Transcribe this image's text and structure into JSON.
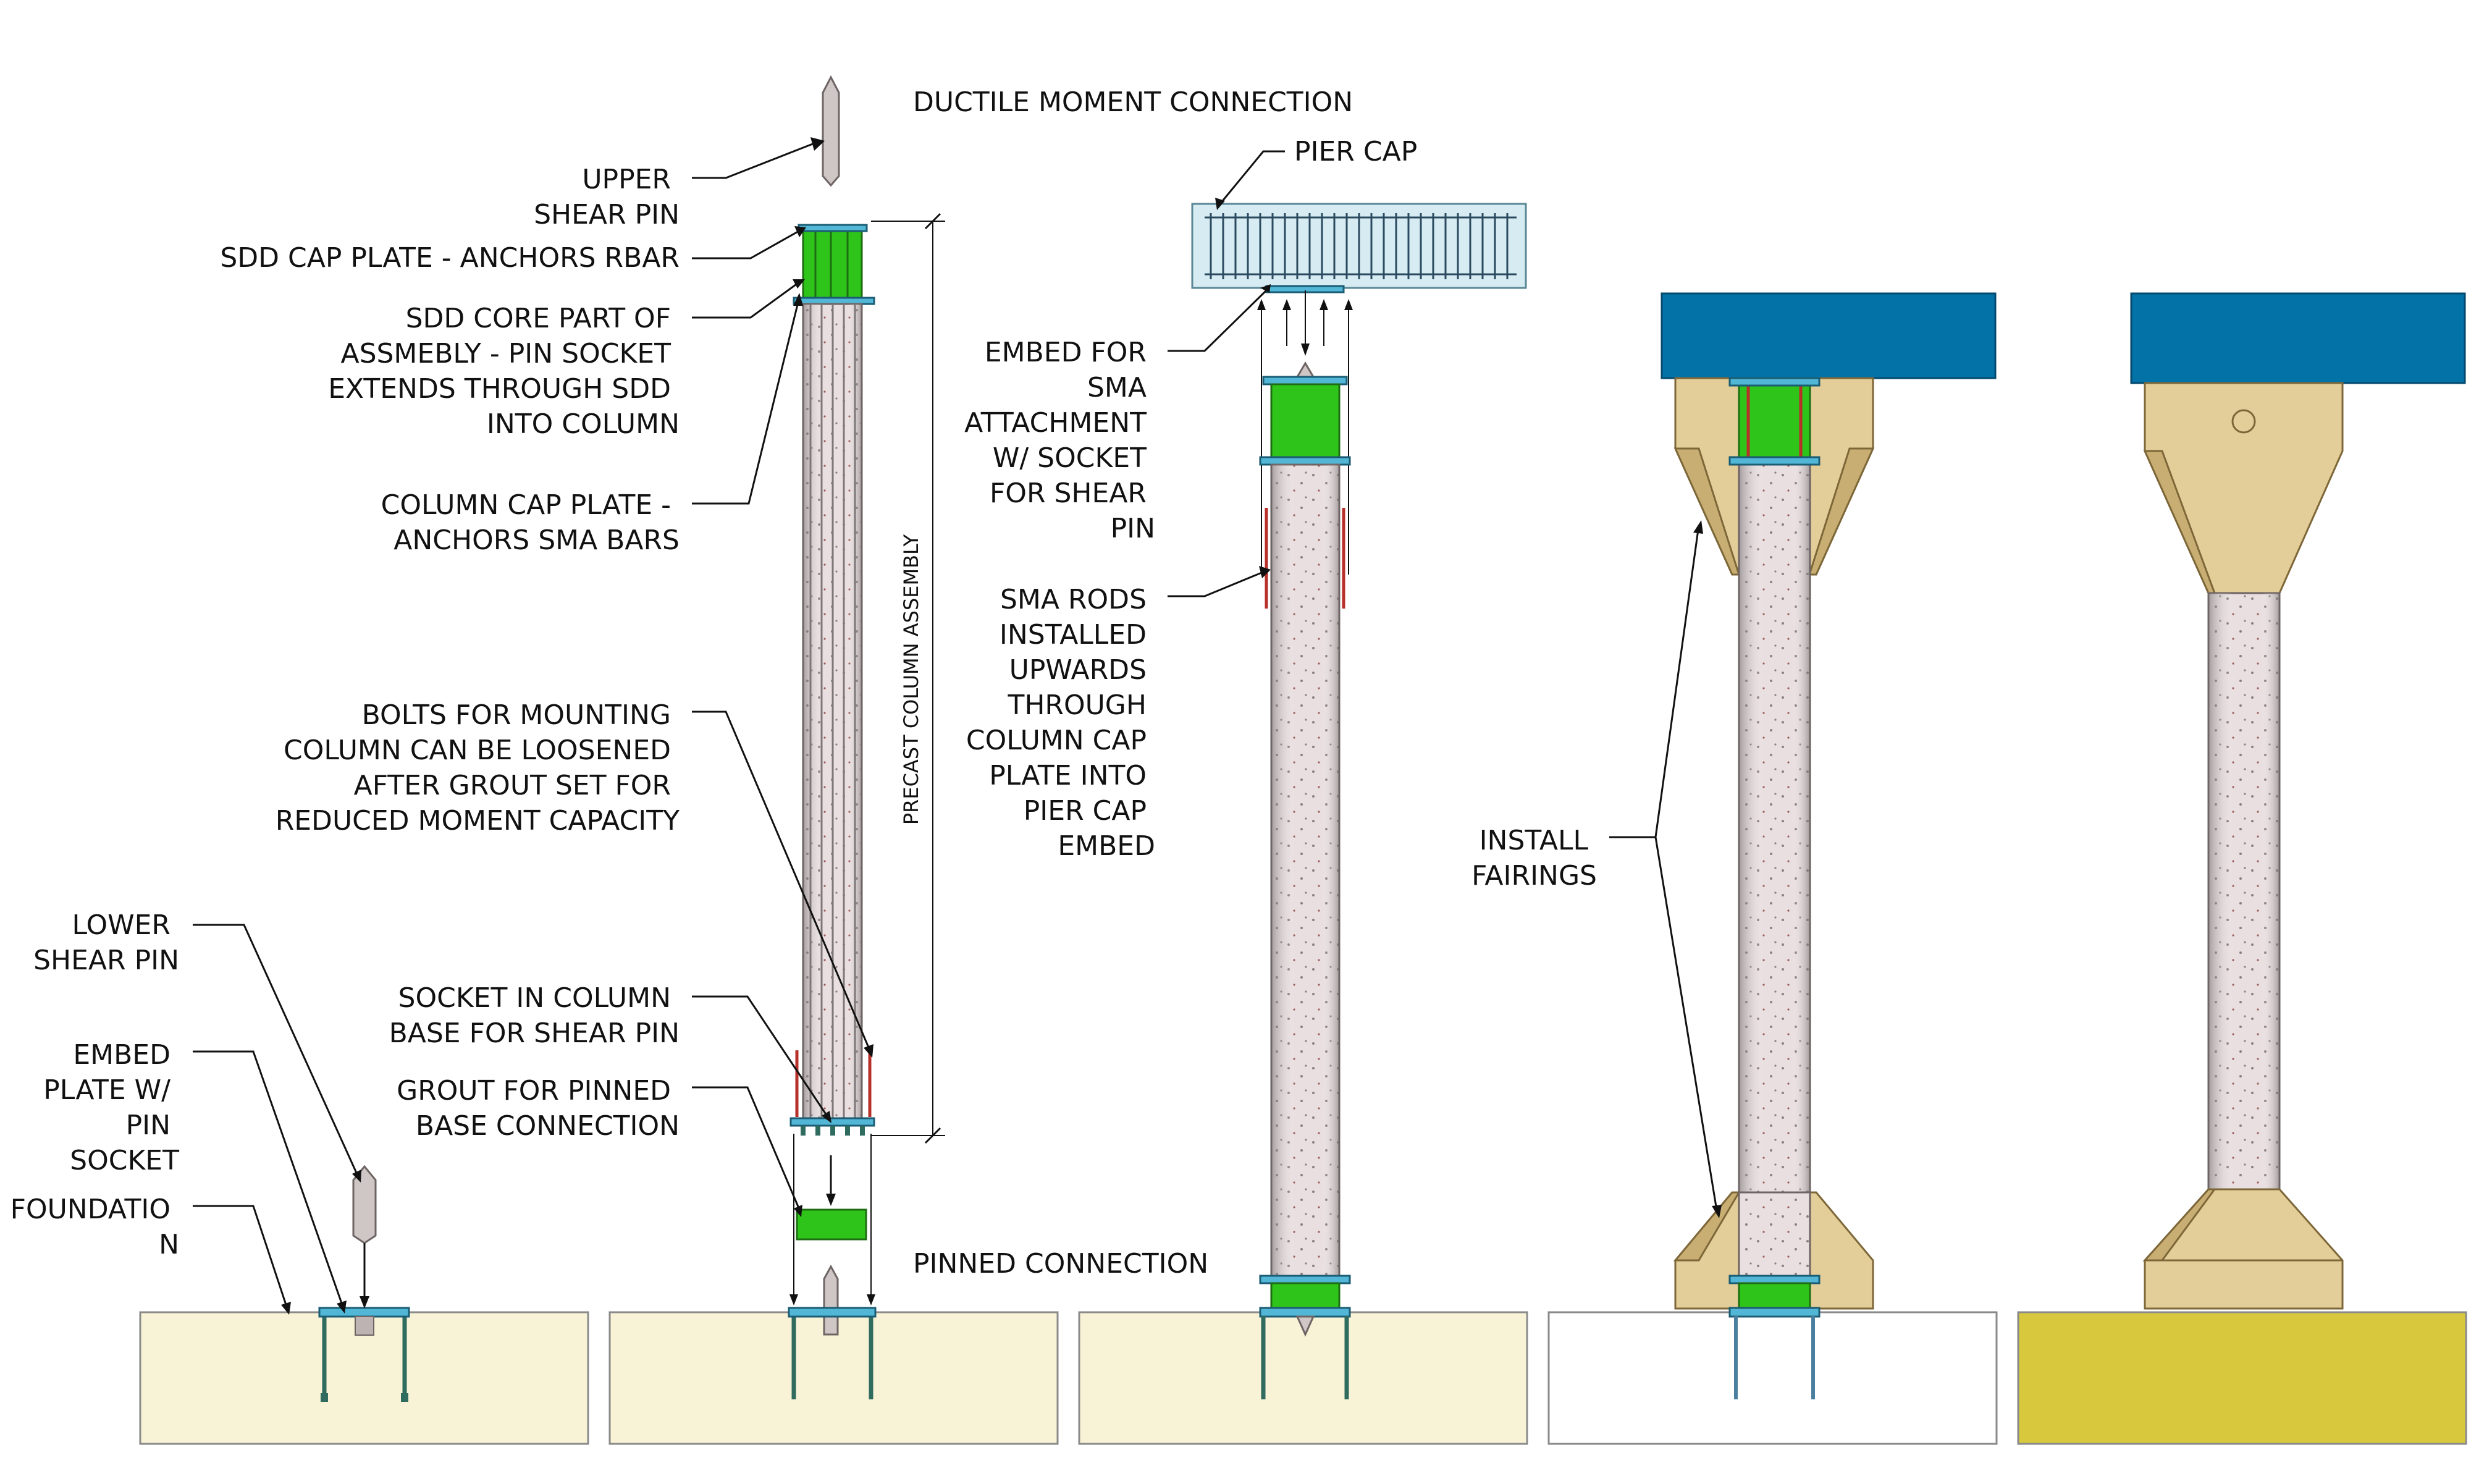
{
  "labels": {
    "ductile_moment_connection": "DUCTILE MOMENT CONNECTION",
    "pinned_connection": "PINNED CONNECTION",
    "pier_cap": "PIER CAP",
    "precast_column_assembly": "PRECAST COLUMN ASSEMBLY",
    "upper_shear_pin": [
      "UPPER",
      "SHEAR PIN"
    ],
    "sdd_cap_plate": [
      "SDD CAP PLATE - ANCHORS RBAR"
    ],
    "sdd_core": [
      "SDD CORE PART OF",
      "ASSMEBLY - PIN SOCKET",
      "EXTENDS THROUGH SDD",
      "INTO COLUMN"
    ],
    "column_cap_plate": [
      "COLUMN CAP PLATE -",
      "ANCHORS SMA BARS"
    ],
    "bolts_mounting": [
      "BOLTS FOR MOUNTING",
      "COLUMN CAN BE LOOSENED",
      "AFTER GROUT SET FOR",
      "REDUCED MOMENT CAPACITY"
    ],
    "socket_column_base": [
      "SOCKET IN COLUMN",
      "BASE FOR SHEAR PIN"
    ],
    "grout_pinned": [
      "GROUT FOR PINNED",
      "BASE CONNECTION"
    ],
    "lower_shear_pin": [
      "LOWER",
      "SHEAR PIN"
    ],
    "embed_plate": [
      "EMBED",
      "PLATE W/",
      "PIN",
      "SOCKET"
    ],
    "foundation": [
      "FOUNDATIO",
      "N"
    ],
    "embed_sma": [
      "EMBED FOR",
      "SMA",
      "ATTACHMENT",
      "W/ SOCKET",
      "FOR SHEAR",
      "PIN"
    ],
    "sma_rods": [
      "SMA RODS",
      "INSTALLED",
      "UPWARDS",
      "THROUGH",
      "COLUMN CAP",
      "PLATE INTO",
      "PIER CAP",
      "EMBED"
    ],
    "install_fairings": [
      "INSTALL",
      "FAIRINGS"
    ]
  },
  "colors": {
    "foundation_light": "#f8f3d6",
    "foundation_white": "#ffffff",
    "foundation_yellow": "#d8c83e",
    "pier_cap_blue": "#0372a7",
    "sdd_green": "#2fc41a",
    "plate_blue": "#52b7d6",
    "concrete": "#e9dfe0",
    "fairing_tan": "#e3cd98",
    "sma_red": "#b7312a"
  }
}
